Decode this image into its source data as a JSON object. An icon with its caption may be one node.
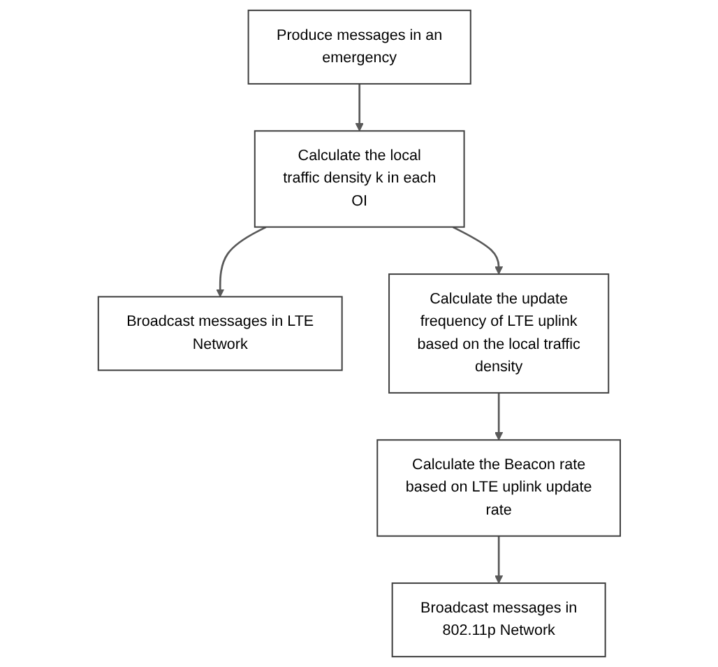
{
  "diagram": {
    "nodes": [
      {
        "text": [
          "Produce messages in an emergency"
        ]
      },
      {
        "text": [
          "Calculate the local traffic density k in each OI"
        ]
      },
      {
        "text": [
          "Broadcast messages in LTE Network"
        ]
      },
      {
        "text": [
          "Calculate the update frequency of LTE uplink based on the local traffic density"
        ]
      },
      {
        "text": [
          "Calculate the Beacon rate based on LTE uplink update rate"
        ]
      },
      {
        "text": [
          "Broadcast messages in 802.11p Network"
        ]
      }
    ],
    "edges": [
      {
        "from": 0,
        "to": 1,
        "arrow": "to"
      },
      {
        "from": 1,
        "to": 2,
        "arrow": "to"
      },
      {
        "from": 1,
        "to": 3,
        "arrow": "to"
      },
      {
        "from": 3,
        "to": 4,
        "arrow": "to"
      },
      {
        "from": 4,
        "to": 5,
        "arrow": "to"
      }
    ]
  }
}
